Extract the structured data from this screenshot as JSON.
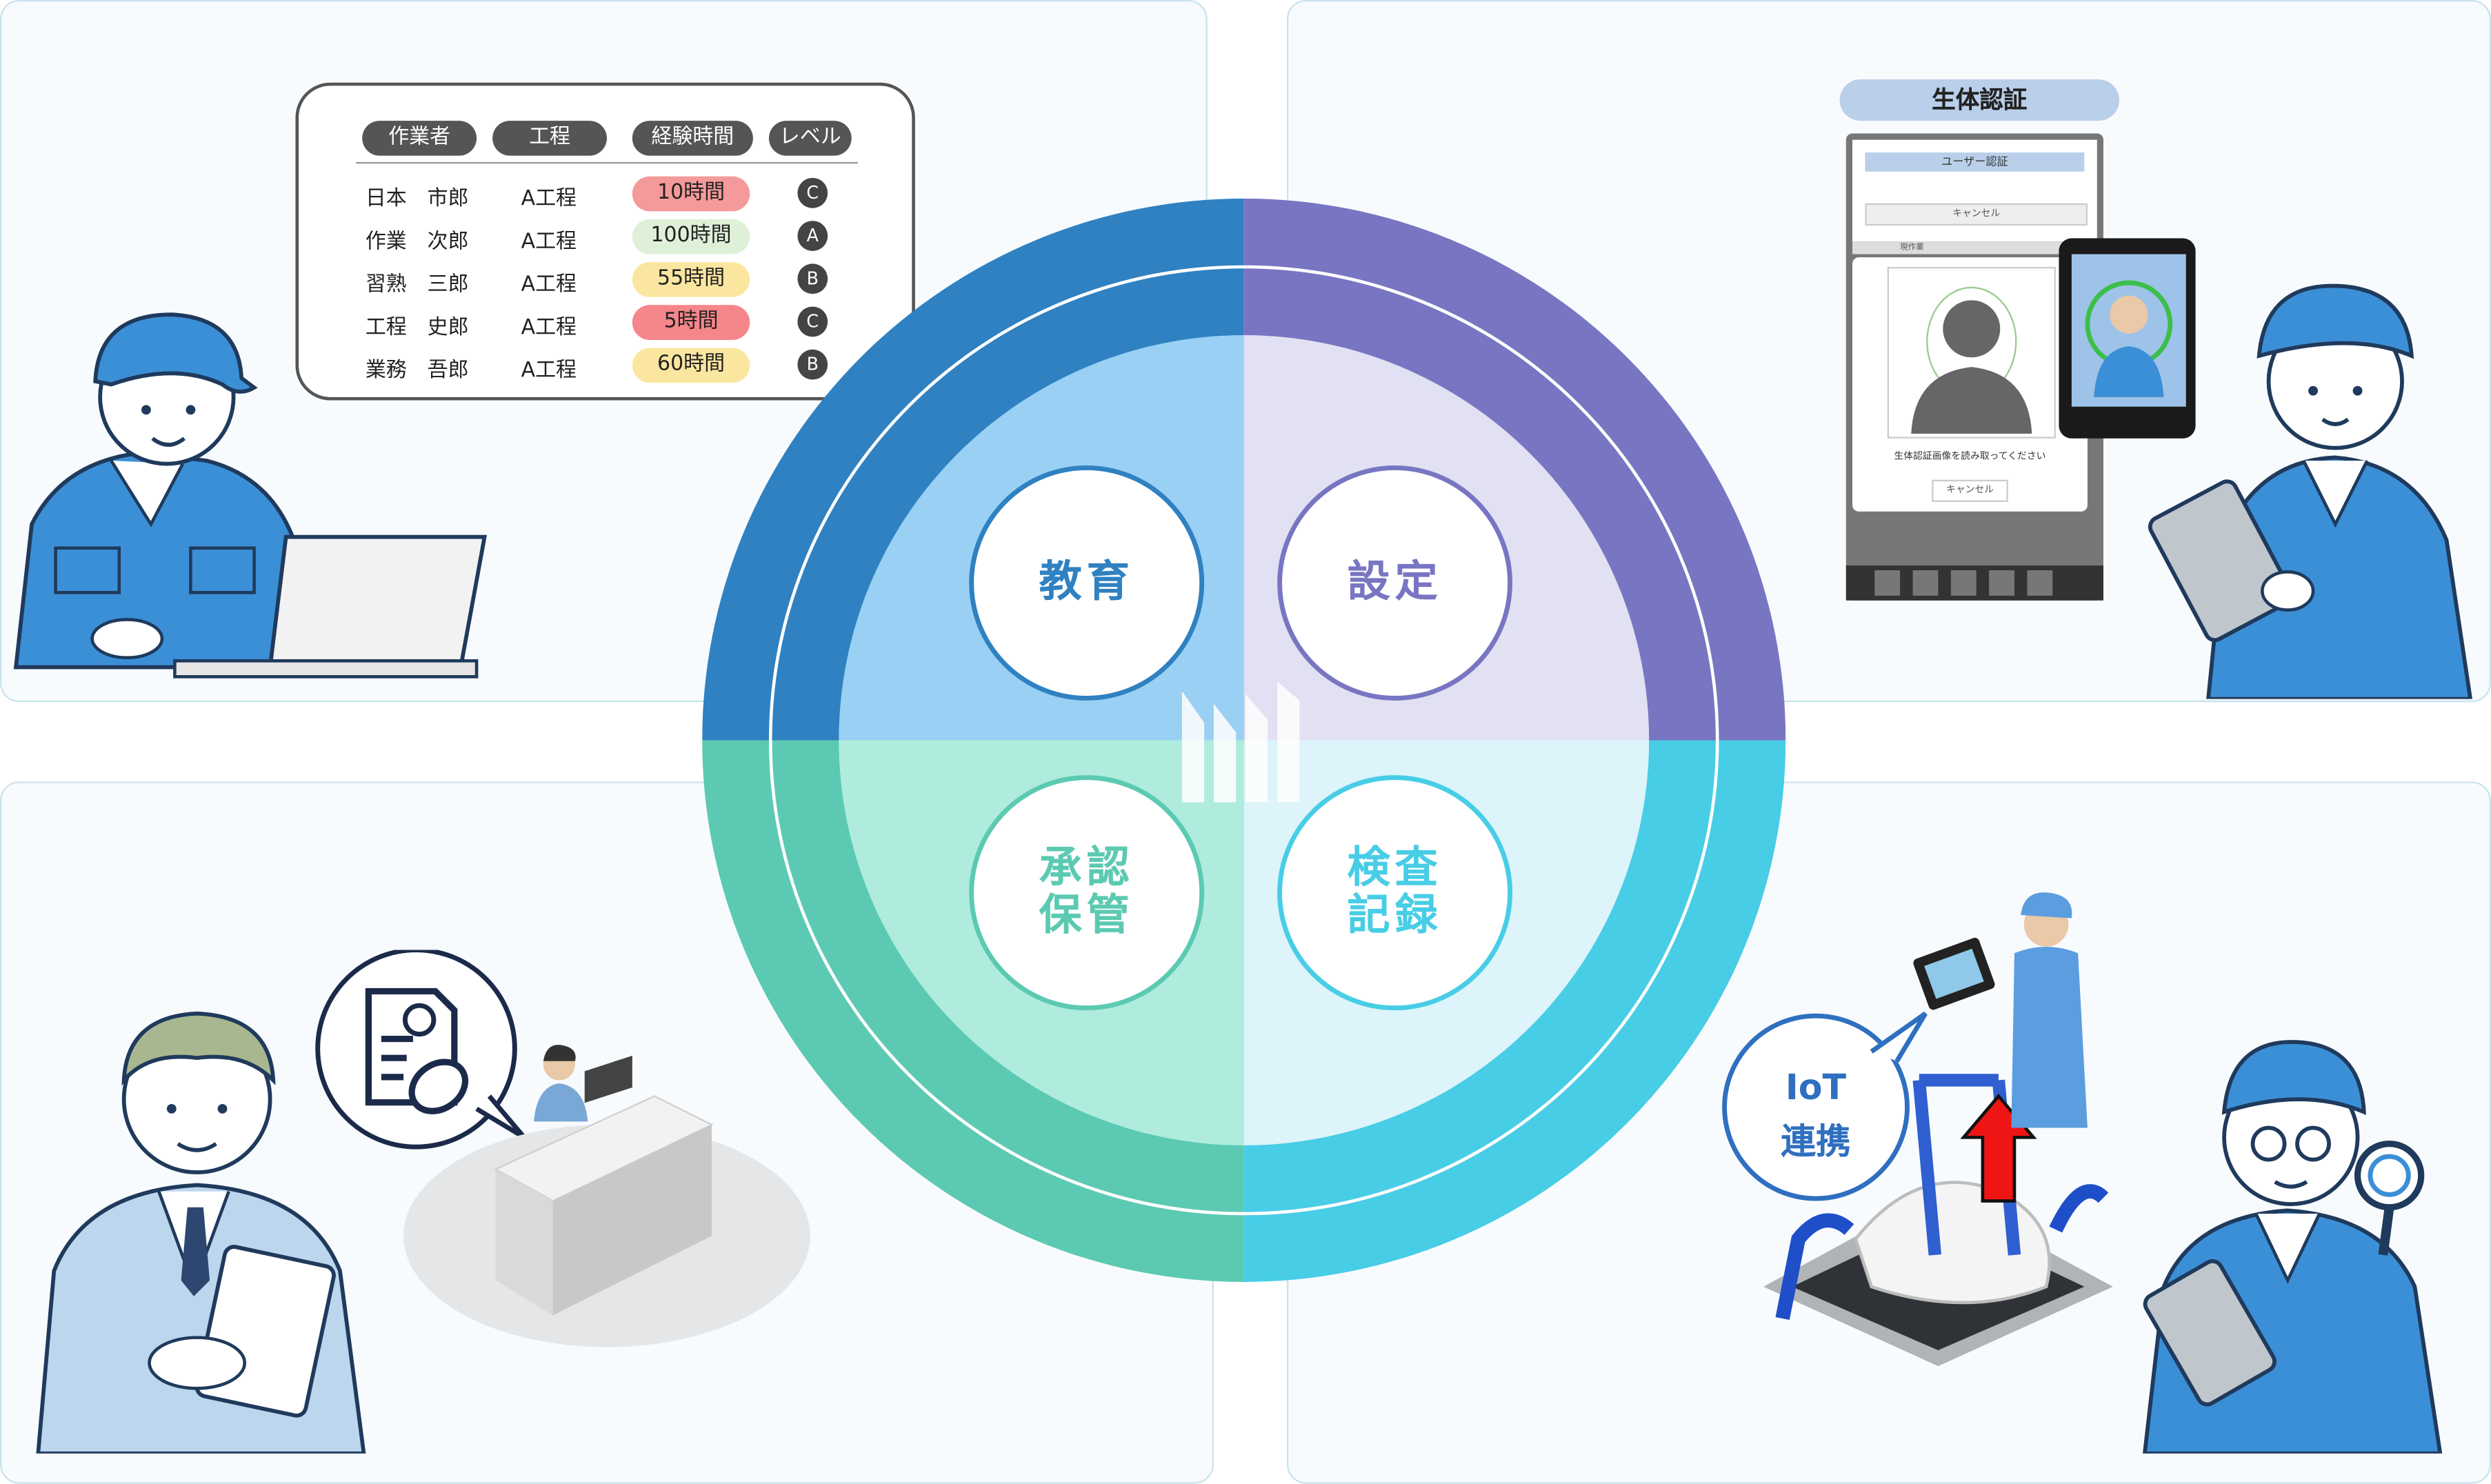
{
  "colors": {
    "education": "#2f81c1",
    "settings": "#7876c2",
    "approval": "#5ccab2",
    "inspection": "#48cde6",
    "panel_border": "#c9e3ef"
  },
  "hub": {
    "education": "教育",
    "settings": "設定",
    "approval_line1": "承認",
    "approval_line2": "保管",
    "inspection_line1": "検査",
    "inspection_line2": "記録"
  },
  "skill_table": {
    "headers": [
      "作業者",
      "工程",
      "経験時間",
      "レベル"
    ],
    "rows": [
      {
        "name": "日本　市郎",
        "process": "A工程",
        "hours": "10時間",
        "level": "C",
        "hours_color": "#f59a9a"
      },
      {
        "name": "作業　次郎",
        "process": "A工程",
        "hours": "100時間",
        "level": "A",
        "hours_color": "#dff0d8"
      },
      {
        "name": "習熟　三郎",
        "process": "A工程",
        "hours": "55時間",
        "level": "B",
        "hours_color": "#fbe6a0"
      },
      {
        "name": "工程　史郎",
        "process": "A工程",
        "hours": "5時間",
        "level": "C",
        "hours_color": "#f5868a"
      },
      {
        "name": "業務　吾郎",
        "process": "A工程",
        "hours": "60時間",
        "level": "B",
        "hours_color": "#fbe6a0"
      }
    ]
  },
  "biometric": {
    "title": "生体認証",
    "header": "ユーザー認証",
    "cancel_top": "キャンセル",
    "instruction": "生体認証画像を読み取ってください",
    "cancel_bottom": "キャンセル",
    "toolbar_nav": "現作業"
  },
  "iot": {
    "line1": "IoT",
    "line2": "連携"
  }
}
